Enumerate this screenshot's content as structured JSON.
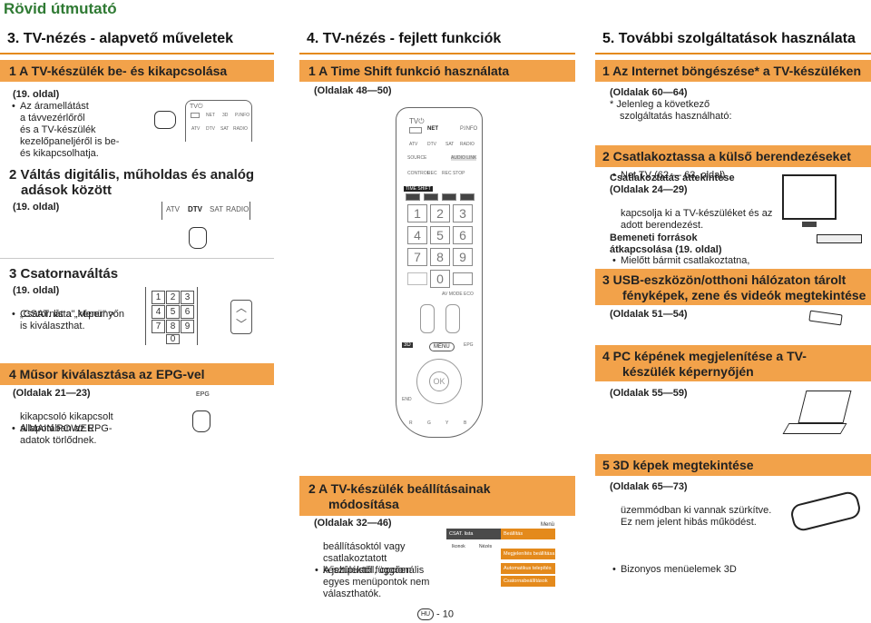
{
  "page_title": "Rövid útmutató",
  "columns": {
    "col3": {
      "title": "3. TV-nézés - alapvető műveletek"
    },
    "col4": {
      "title": "4. TV-nézés - fejlett funkciók"
    },
    "col5": {
      "title": "5. További szolgáltatások használata"
    }
  },
  "col3": {
    "s1": {
      "head": "1   A TV-készülék be- és kikapcsolása",
      "ref": "(19. oldal)",
      "bullet": "Az áramellátást",
      "lines": [
        "a távvezérlőről",
        "és a TV-készülék",
        "kezelőpaneljéről is be-",
        "és kikapcsolhatja."
      ]
    },
    "s2": {
      "head1": "2   Váltás digitális, műholdas és analóg",
      "head2": "adások között",
      "ref": "(19. oldal)",
      "keys": [
        "ATV",
        "DTV",
        "SAT",
        "RADIO"
      ]
    },
    "s3": {
      "head": "3   Csatornaváltás",
      "ref": "(19. oldal)",
      "bullet": "Csatornát a „Menü\" >",
      "lines": [
        "„CSAT. lista\" képernyőn",
        "is kiválaszthat."
      ],
      "digits": [
        "1",
        "2",
        "3",
        "4",
        "5",
        "6",
        "7",
        "8",
        "9",
        "0"
      ]
    },
    "s4": {
      "head": "4   Műsor kiválasztása az EPG-vel",
      "ref": "(Oldalak 21—23)",
      "bullet": "A MAIN POWER",
      "lines": [
        "kikapcsoló kikapcsolt",
        "állapotában az EPG-",
        "adatok törlődnek."
      ],
      "epg_label": "EPG"
    },
    "remote_small": {
      "tv": "TV⏻",
      "row1": [
        "NET",
        "3D",
        "P.INFO"
      ],
      "row2": [
        "ATV",
        "DTV",
        "SAT",
        "RADIO"
      ]
    }
  },
  "col4": {
    "s1": {
      "head": "1   A Time Shift funkció használata",
      "ref": "(Oldalak 48—50)"
    },
    "s2": {
      "head1": "2   A TV-készülék beállításainak",
      "head2": "módosítása",
      "ref": "(Oldalak 32—46)",
      "bullet": "A jeltípustól, opcionális",
      "lines": [
        "beállításoktól vagy",
        "csatlakoztatott",
        "készüléktől függően",
        "egyes menüpontok nem",
        "választhatók."
      ]
    },
    "remote": {
      "tv": "TV⏻",
      "net": "NET",
      "pinfo": "P.INFO",
      "row2": [
        "ATV",
        "DTV",
        "SAT",
        "RADIO"
      ],
      "source": "SOURCE",
      "audio": "AUDIO LINK",
      "control": "CONTROL",
      "rec": "REC",
      "recstop": "REC STOP",
      "timeshift": "TIME SHIFT",
      "digits": [
        "1",
        "2",
        "3",
        "4",
        "5",
        "6",
        "7",
        "8",
        "9",
        "0"
      ],
      "menu": "MENU",
      "epg": "EPG",
      "ok": "OK",
      "avmode": "AV MODE",
      "eco": "ECO",
      "btn3d": "3D",
      "end": "END",
      "colors": [
        "R",
        "G",
        "Y",
        "B"
      ]
    },
    "menu_screen": {
      "menu": "Menü",
      "title": "CSAT. lista",
      "setup": "Beállítás",
      "items": [
        "Megjelenítés beállítása",
        "Automatikus telepítés",
        "Csatornabeállítások"
      ],
      "hints": [
        "Ikonok",
        "Nézés"
      ]
    }
  },
  "col5": {
    "s1": {
      "head": "1   Az Internet böngészése* a TV-készüléken",
      "ref": "(Oldalak 60—64)",
      "note1": "*  Jelenleg a következő",
      "note2": "szolgáltatás használható:",
      "bullet": "Net TV (62 — 63. oldal)"
    },
    "s2": {
      "head": "2   Csatlakoztassa a külső berendezéseket",
      "sub1": "Csatlakoztatás áttekintése",
      "ref1": "(Oldalak 24—29)",
      "bullet": "Mielőtt bármit csatlakoztatna,",
      "lines": [
        "kapcsolja ki a TV-készüléket és az",
        "adott berendezést."
      ],
      "sub2": "Bemeneti források",
      "sub3": "átkapcsolása (19. oldal)"
    },
    "s3": {
      "head1": "3   USB-eszközön/otthoni hálózaton tárolt",
      "head2": "fényképek, zene és videók megtekintése",
      "ref": "(Oldalak 51—54)"
    },
    "s4": {
      "head1": "4   PC képének megjelenítése a TV-",
      "head2": "készülék képernyőjén",
      "ref": "(Oldalak 55—59)"
    },
    "s5": {
      "head": "5   3D képek megtekintése",
      "ref": "(Oldalak 65—73)",
      "bullet": "Bizonyos menüelemek 3D",
      "lines": [
        "üzemmódban ki vannak szürkítve.",
        "Ez nem jelent hibás működést."
      ]
    }
  },
  "footer": {
    "badge": "HU",
    "page": "- 10"
  },
  "colors": {
    "accent_orange": "#f2a24a",
    "title_green": "#2f7a33",
    "rule_orange": "#e48a1c"
  }
}
